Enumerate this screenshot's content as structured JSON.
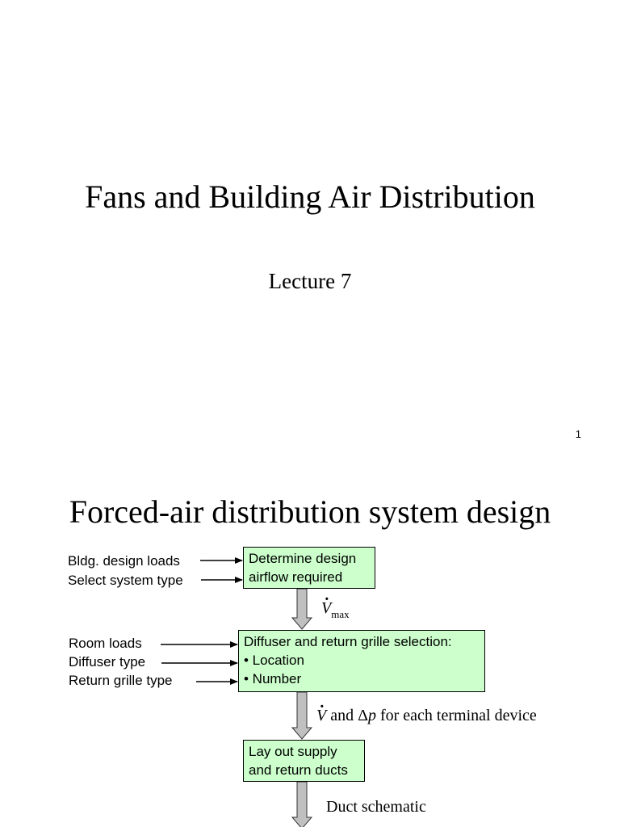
{
  "slide1": {
    "title": "Fans and Building Air Distribution",
    "subtitle": "Lecture 7",
    "page_number": "1"
  },
  "slide2": {
    "title": "Forced-air distribution system design",
    "inputs_step1": [
      "Bldg. design loads",
      "Select system type"
    ],
    "box1": [
      "Determine design",
      "airflow required"
    ],
    "flow1": {
      "symbol": "V",
      "subscript": "max"
    },
    "inputs_step2": [
      "Room loads",
      "Diffuser type",
      "Return grille type"
    ],
    "box2": [
      "Diffuser and return grille selection:",
      "• Location",
      "• Number"
    ],
    "flow2": {
      "symbol": "V",
      "and": " and ",
      "delta": "Δ",
      "p": "p",
      "rest": " for each terminal device"
    },
    "box3": [
      "Lay out supply",
      "and return ducts"
    ],
    "flow3": "Duct schematic",
    "colors": {
      "box_fill": "#ccffcc",
      "arrow_fill": "#c0c0c0"
    }
  }
}
